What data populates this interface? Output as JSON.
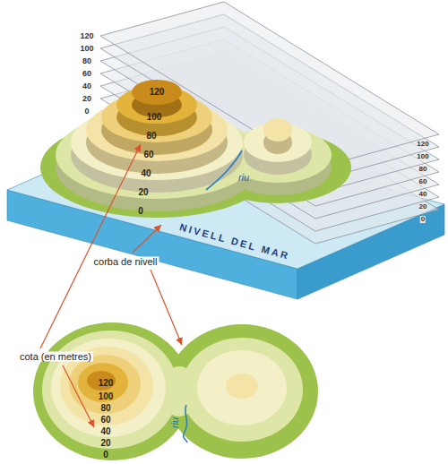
{
  "diagram": {
    "labels": [
      "120",
      "100",
      "80",
      "60",
      "40",
      "20",
      "0",
      "120",
      "100",
      "80",
      "60",
      "40",
      "20",
      "0",
      "riu",
      "120",
      "100",
      "80",
      "60",
      "40",
      "20",
      "0",
      "NIVELL DEL MAR",
      "corba de nivell",
      "cota (en metres)",
      "120",
      "100",
      "80",
      "60",
      "40",
      "20",
      "0",
      "riu"
    ]
  }
}
